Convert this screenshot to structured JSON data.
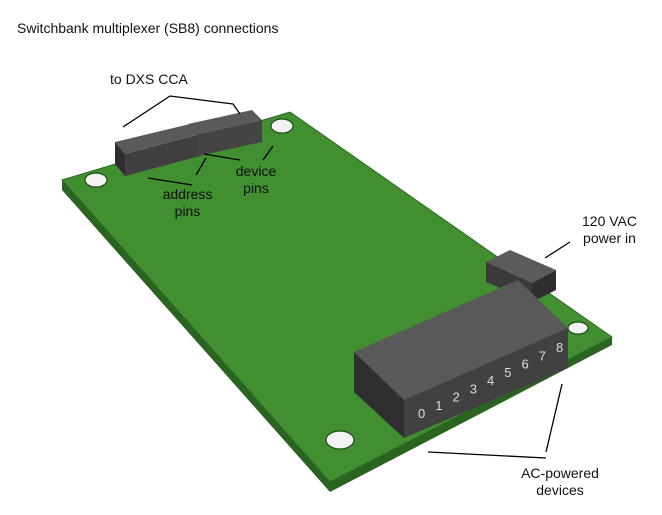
{
  "title": "Switchbank multiplexer (SB8) connections",
  "labels": {
    "dxs_cca": "to DXS CCA",
    "address_pins_1": "address",
    "address_pins_2": "pins",
    "device_pins_1": "device",
    "device_pins_2": "pins",
    "power_in_1": "120 VAC",
    "power_in_2": "power in",
    "ac_devices_1": "AC-powered",
    "ac_devices_2": "devices"
  },
  "connector_pins": [
    "0",
    "1",
    "2",
    "3",
    "4",
    "5",
    "6",
    "7",
    "8"
  ],
  "colors": {
    "board_top": "#3f8a2e",
    "board_edge": "#2c6820",
    "connector": "#3d3d3d",
    "connector_top": "#565656",
    "hole": "#f5f5f5"
  }
}
